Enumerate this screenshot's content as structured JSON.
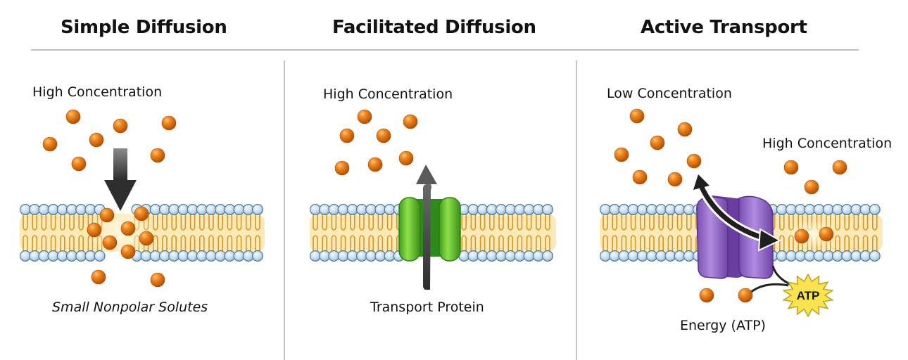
{
  "panels": [
    {
      "title": "Simple Diffusion",
      "top_label": "High Concentration",
      "bottom_label": "Small Nonpolar Solutes",
      "arrow_direction": "down"
    },
    {
      "title": "Facilitated Diffusion",
      "top_label": "High Concentration",
      "bottom_label": "Transport Protein",
      "arrow_direction": "up"
    },
    {
      "title": "Active Transport",
      "top_label": "Low Concentration",
      "side_label": "High Concentration",
      "bottom_label": "Energy (ATP)",
      "badge_label": "ATP",
      "arrow_direction": "curved-down-right"
    }
  ],
  "colors": {
    "solute": "#e8710a",
    "lipid_head": "#bcd8ee",
    "lipid_tail": "#e6a93a",
    "channel_protein": "#5cbf2a",
    "pump_protein": "#8a5cc0",
    "atp_badge": "#f7e04a",
    "arrow": "#333333"
  }
}
